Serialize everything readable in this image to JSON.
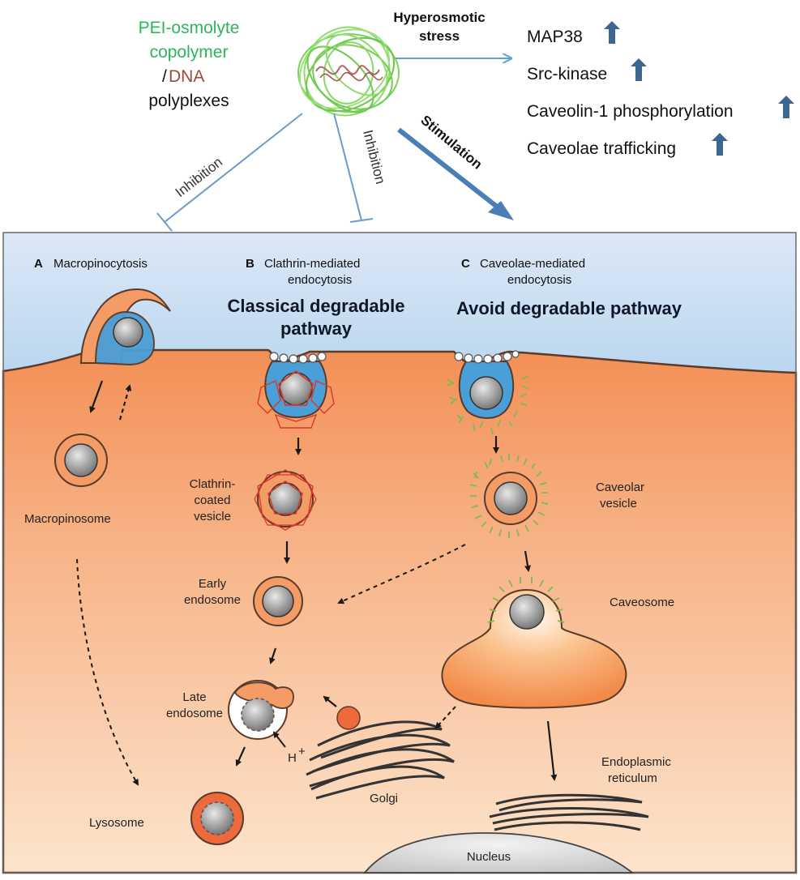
{
  "colors": {
    "polymer_text": "#2eb45a",
    "dna_text": "#9a4a3a",
    "inhibition_line": "#6a9cc9",
    "stimulation_arrow": "#4a7fb5",
    "effect_arrow_up": "#3d6690",
    "cytoplasm_orange": "#f49b66",
    "extracellular_blue": "#4a9fd8",
    "clathrin_red": "#d8392a",
    "caveolin_green": "#7dbb52"
  },
  "top": {
    "polyplex_line1": "PEI-osmolyte",
    "polyplex_line2": "copolymer",
    "polyplex_slash": "/",
    "polyplex_dna": "DNA",
    "polyplex_line4": "polyplexes",
    "hyperosmotic_line1": "Hyperosmotic",
    "hyperosmotic_line2": "stress",
    "inhibition_left": "Inhibition",
    "inhibition_middle": "Inhibition",
    "stimulation": "Stimulation",
    "effects": [
      {
        "label": "MAP38",
        "icon": "arrow-up-icon"
      },
      {
        "label": "Src-kinase",
        "icon": "arrow-up-icon"
      },
      {
        "label": "Caveolin-1 phosphorylation",
        "icon": "arrow-up-icon"
      },
      {
        "label": "Caveolae trafficking",
        "icon": "arrow-up-icon"
      }
    ]
  },
  "cell": {
    "section_a_letter": "A",
    "section_a_title": "Macropinocytosis",
    "section_b_letter": "B",
    "section_b_title_line1": "Clathrin-mediated",
    "section_b_title_line2": "endocytosis",
    "section_c_letter": "C",
    "section_c_title_line1": "Caveolae-mediated",
    "section_c_title_line2": "endocytosis",
    "classical_line1": "Classical degradable",
    "classical_line2": "pathway",
    "avoid": "Avoid degradable pathway",
    "macropinosome": "Macropinosome",
    "clathrin_vesicle_line1": "Clathrin-",
    "clathrin_vesicle_line2": "coated",
    "clathrin_vesicle_line3": "vesicle",
    "early_endosome_line1": "Early",
    "early_endosome_line2": "endosome",
    "late_endosome_line1": "Late",
    "late_endosome_line2": "endosome",
    "proton": "H",
    "proton_sup": "+",
    "lysosome": "Lysosome",
    "golgi": "Golgi",
    "caveolar_vesicle_line1": "Caveolar",
    "caveolar_vesicle_line2": "vesicle",
    "caveosome": "Caveosome",
    "er_line1": "Endoplasmic",
    "er_line2": "reticulum",
    "nucleus": "Nucleus"
  }
}
